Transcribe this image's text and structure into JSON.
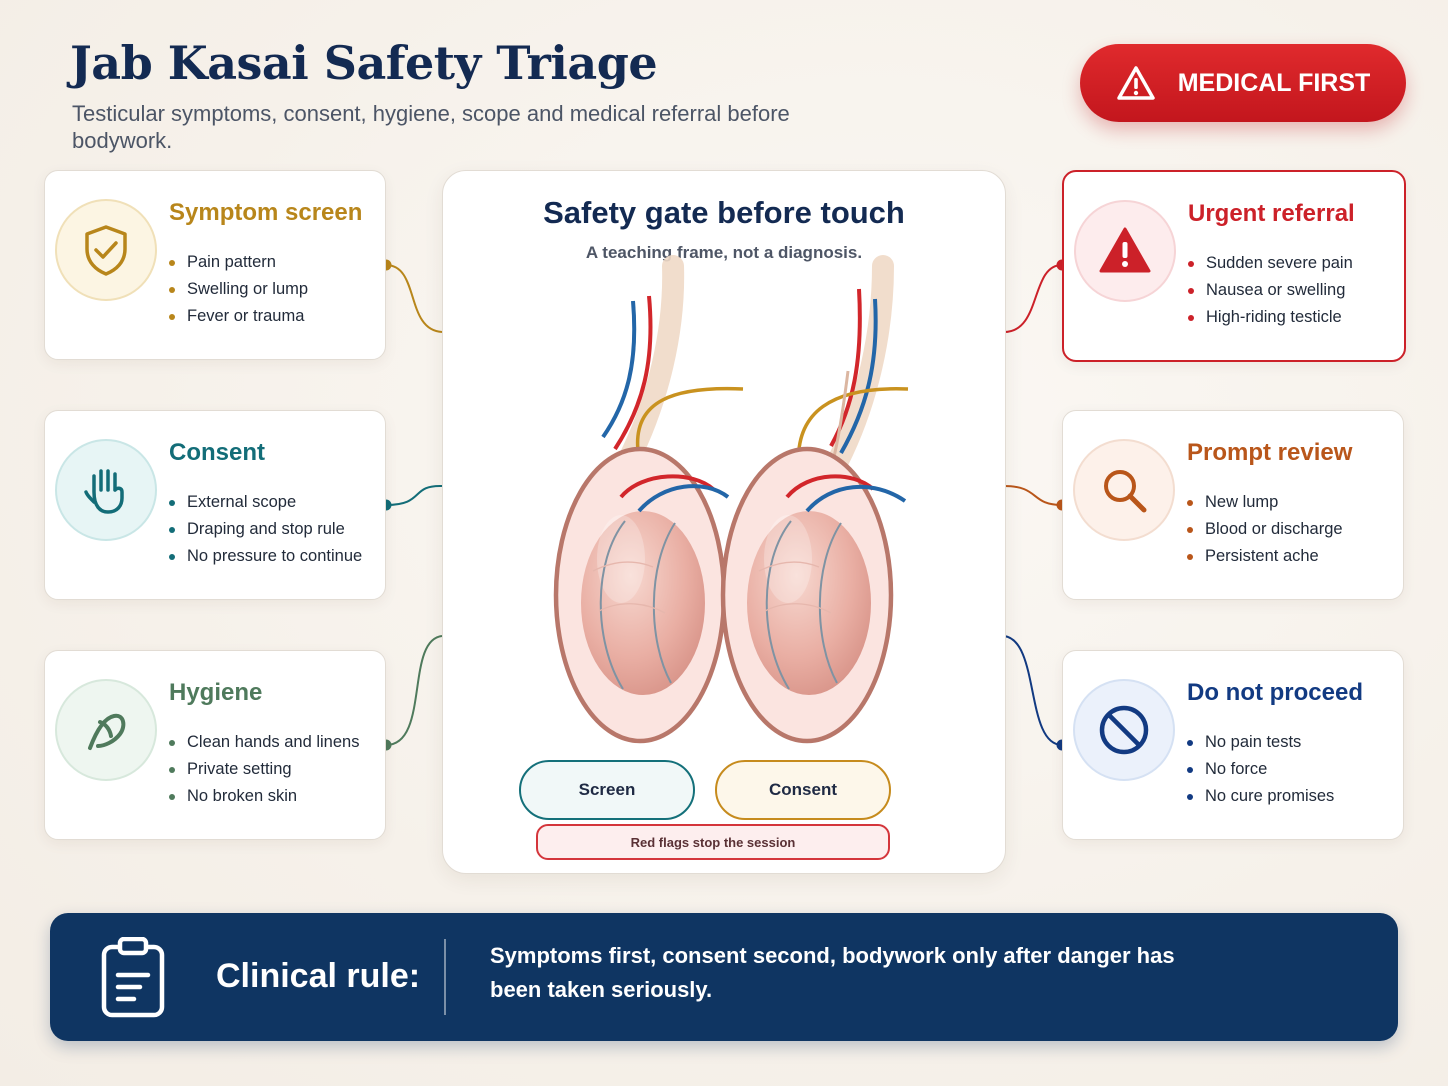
{
  "header": {
    "title": "Jab Kasai Safety Triage",
    "subtitle": "Testicular symptoms, consent, hygiene, scope and medical referral before bodywork.",
    "badge": "MEDICAL FIRST"
  },
  "left_cards": [
    {
      "title": "Symptom screen",
      "icon": "shield-check-icon",
      "color": "#b8861b",
      "items": [
        "Pain pattern",
        "Swelling or lump",
        "Fever or trauma"
      ]
    },
    {
      "title": "Consent",
      "icon": "raised-hand-icon",
      "color": "#136d78",
      "items": [
        "External scope",
        "Draping and stop rule",
        "No pressure to continue"
      ]
    },
    {
      "title": "Hygiene",
      "icon": "hygiene-swirl-icon",
      "color": "#4f7a5c",
      "items": [
        "Clean hands and linens",
        "Private setting",
        "No broken skin"
      ]
    }
  ],
  "right_cards": [
    {
      "title": "Urgent referral",
      "icon": "warning-triangle-icon",
      "color": "#cc2129",
      "items": [
        "Sudden severe pain",
        "Nausea or swelling",
        "High-riding testicle"
      ]
    },
    {
      "title": "Prompt review",
      "icon": "magnifier-icon",
      "color": "#b9561a",
      "items": [
        "New lump",
        "Blood or discharge",
        "Persistent ache"
      ]
    },
    {
      "title": "Do not proceed",
      "icon": "prohibited-icon",
      "color": "#123a82",
      "items": [
        "No pain tests",
        "No force",
        "No cure promises"
      ]
    }
  ],
  "center": {
    "title": "Safety gate before touch",
    "note": "A teaching frame, not a diagnosis.",
    "screen_label": "Screen",
    "consent_label": "Consent",
    "red_flag_label": "Red flags stop the session"
  },
  "footer": {
    "icon": "clipboard-icon",
    "rule_label": "Clinical rule:",
    "rule_text": "Symptoms first, consent second, bodywork only after danger has been taken seriously."
  }
}
